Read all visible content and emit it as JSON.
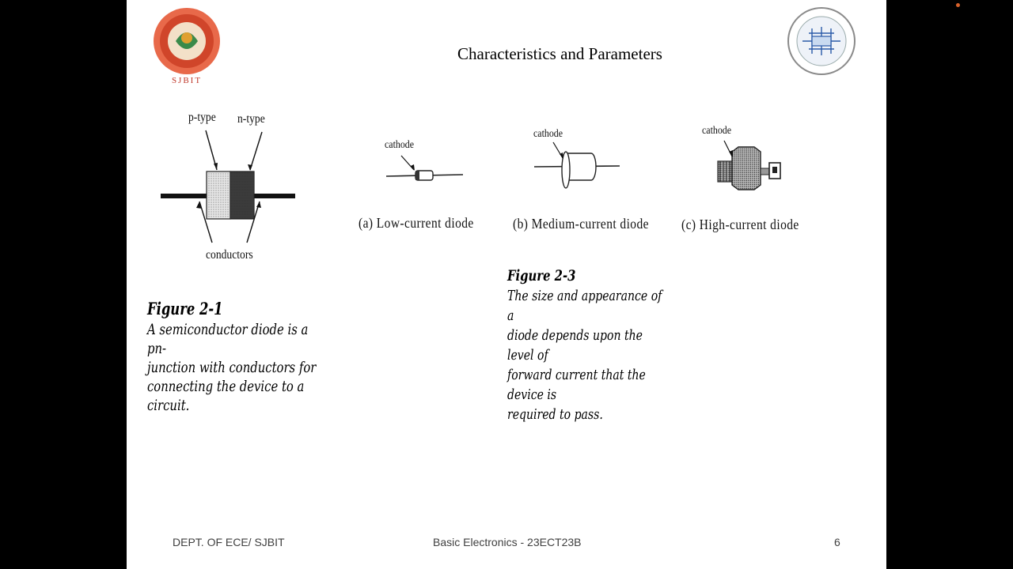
{
  "slide": {
    "title": "Characteristics and Parameters",
    "left_logo_text": "SJBIT",
    "figure_2_1": {
      "labels": {
        "p_type": "p-type",
        "n_type": "n-type",
        "conductors": "conductors"
      },
      "caption_title": "Figure 2-1",
      "caption_lines": [
        "A semiconductor diode is a pn-",
        "junction with conductors for",
        "connecting the device to a circuit."
      ]
    },
    "figure_2_3": {
      "diodes": [
        {
          "cathode_label": "cathode",
          "caption": "(a)  Low-current  diode"
        },
        {
          "cathode_label": "cathode",
          "caption": "(b)  Medium-current  diode"
        },
        {
          "cathode_label": "cathode",
          "caption": "(c)  High-current  diode"
        }
      ],
      "caption_title": "Figure 2-3",
      "caption_lines": [
        "The size and appearance of a",
        "diode depends upon the level of",
        "forward current that the device is",
        "required to pass."
      ]
    },
    "footer": {
      "left": "DEPT. OF ECE/ SJBIT",
      "center": "Basic Electronics - 23ECT23B",
      "page_number": "6"
    }
  },
  "colors": {
    "background": "#000000",
    "slide": "#ffffff",
    "logo_left_red": "#d0452a",
    "logo_right_blue": "#2a5aa8",
    "pointer_dot": "#d9622b"
  }
}
